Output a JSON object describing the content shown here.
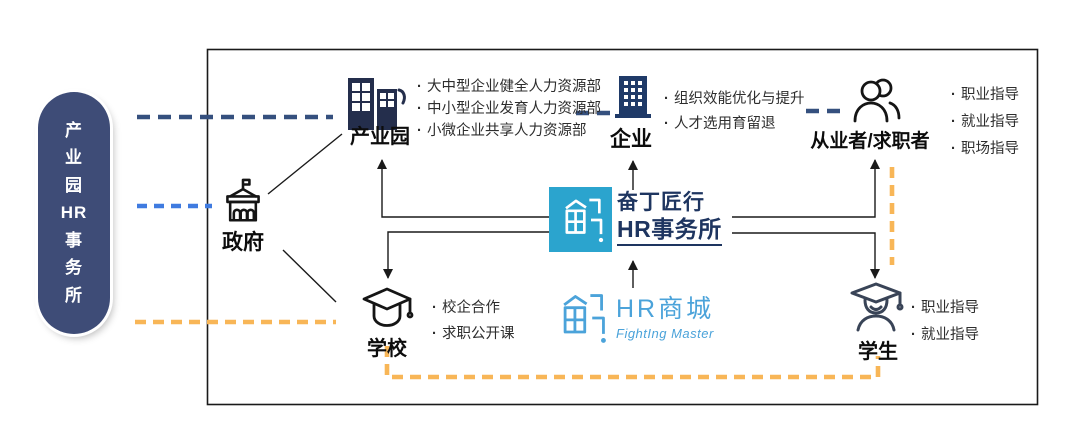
{
  "title": "产业园HR事务所生态图",
  "pill": {
    "label": "产业园HR事务所",
    "vertical_text": "产\n业\n园\nHR\n事\n务\n所"
  },
  "nodes": {
    "government": {
      "label": "政府"
    },
    "industrial_park": {
      "label": "产业园",
      "bullets": [
        "大中型企业健全人力资源部",
        "中小型企业发育人力资源部",
        "小微企业共享人力资源部"
      ]
    },
    "enterprise": {
      "label": "企业",
      "bullets": [
        "组织效能优化与提升",
        "人才选用育留退"
      ]
    },
    "workers": {
      "label": "从业者/求职者",
      "bullets": [
        "职业指导",
        "就业指导",
        "职场指导"
      ]
    },
    "school": {
      "label": "学校",
      "bullets": [
        "校企合作",
        "求职公开课"
      ]
    },
    "student": {
      "label": "学生",
      "bullets": [
        "职业指导",
        "就业指导"
      ]
    }
  },
  "center": {
    "brand_line1": "奋丁匠行",
    "brand_line2": "HR事务所"
  },
  "mall": {
    "name": "HR商城",
    "subtitle": "FightIng Master"
  },
  "colors": {
    "navy_dash": "#35507e",
    "blue_dash": "#3f7be0",
    "orange": "#f8b657",
    "teal": "#2ba4ce",
    "brand_navy": "#1e3560",
    "light_blue": "#4ba3da",
    "pill_bg": "#3e4c77",
    "park_icon": "#242e4c",
    "enterprise_icon": "#1f3a68",
    "student_icon": "#394457"
  }
}
